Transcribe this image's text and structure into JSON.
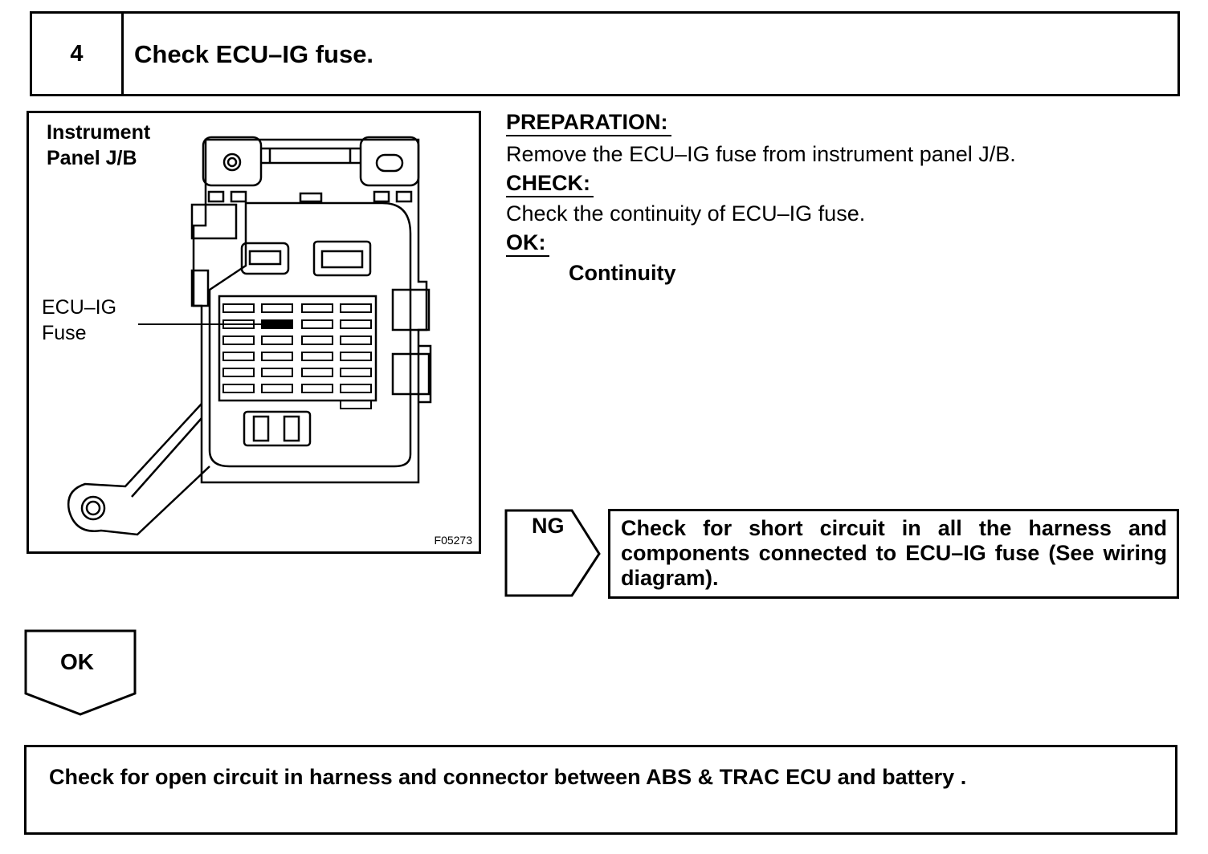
{
  "step": {
    "number": "4",
    "title": "Check ECU–IG fuse."
  },
  "illustration": {
    "jb_label": "Instrument Panel J/B",
    "fuse_label": "ECU–IG Fuse",
    "figure_code": "F05273"
  },
  "instructions": {
    "preparation_heading": "PREPARATION:",
    "preparation_text": "Remove the ECU–IG fuse from instrument panel J/B.",
    "check_heading": "CHECK:",
    "check_text": "Check the continuity of ECU–IG fuse.",
    "ok_heading": "OK:",
    "ok_value": "Continuity"
  },
  "ng_branch": {
    "label": "NG",
    "result": "Check for short circuit in all the harness and components connected to ECU–IG fuse (See wiring diagram)."
  },
  "ok_branch": {
    "label": "OK"
  },
  "next_step": {
    "text": "Check for open circuit in harness and connector between ABS & TRAC ECU and battery ."
  }
}
